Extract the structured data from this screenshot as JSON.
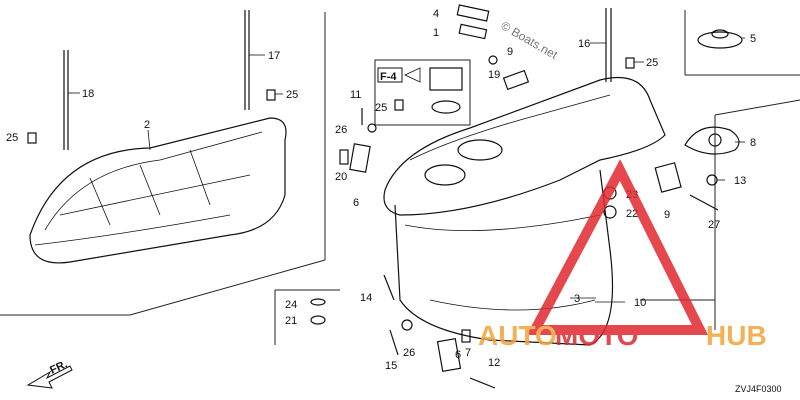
{
  "diagram": {
    "code": "ZVJ4F0300",
    "ref_box": "F-4",
    "front_label": "FR.",
    "callouts": {
      "c1": "1",
      "c2": "2",
      "c3": "3",
      "c4": "4",
      "c5": "5",
      "c6": "6",
      "c6b": "6",
      "c7": "7",
      "c8": "8",
      "c9": "9",
      "c9b": "9",
      "c10": "10",
      "c11": "11",
      "c12": "12",
      "c13": "13",
      "c14": "14",
      "c15": "15",
      "c16": "16",
      "c17": "17",
      "c18": "18",
      "c19": "19",
      "c20": "20",
      "c21": "21",
      "c22": "22",
      "c23": "23",
      "c24": "24",
      "c25a": "25",
      "c25b": "25",
      "c25c": "25",
      "c25d": "25",
      "c26a": "26",
      "c26b": "26",
      "c27": "27"
    }
  },
  "watermark": {
    "text": "© Boats.net",
    "brand_a": "AUTO",
    "brand_b": "MOTO",
    "brand_c": "HUB",
    "brand_color_red": "#e0282e",
    "brand_color_orange": "#f2a33a"
  }
}
